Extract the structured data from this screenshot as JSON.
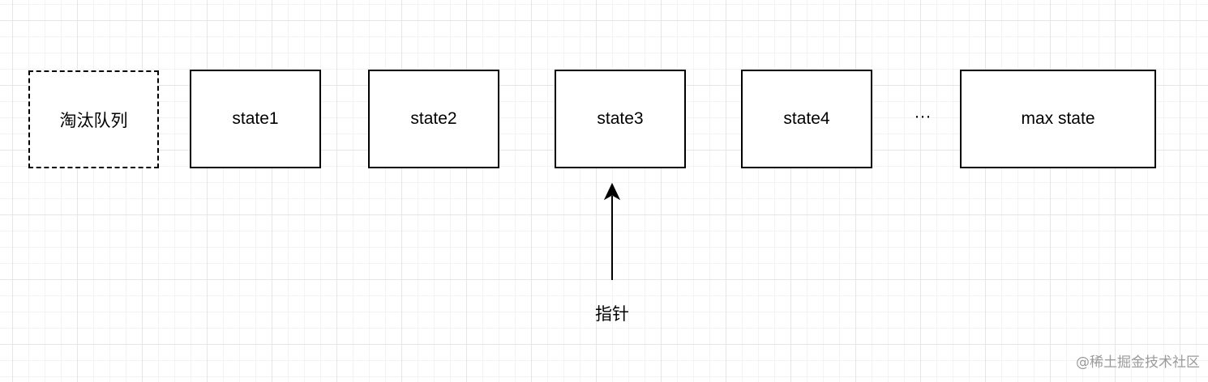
{
  "diagram": {
    "nodes": [
      {
        "id": "eviction-queue",
        "label": "淘汰队列",
        "style": "dashed"
      },
      {
        "id": "state1",
        "label": "state1",
        "style": "solid"
      },
      {
        "id": "state2",
        "label": "state2",
        "style": "solid"
      },
      {
        "id": "state3",
        "label": "state3",
        "style": "solid"
      },
      {
        "id": "state4",
        "label": "state4",
        "style": "solid"
      },
      {
        "id": "max-state",
        "label": "max state",
        "style": "solid"
      }
    ],
    "ellipsis": "···",
    "pointer": {
      "label": "指针",
      "target": "state3"
    },
    "watermark": "@稀土掘金技术社区",
    "colors": {
      "stroke": "#000000",
      "background": "#ffffff",
      "grid": "#e6e6e6",
      "watermark": "#9a9a9a"
    }
  }
}
